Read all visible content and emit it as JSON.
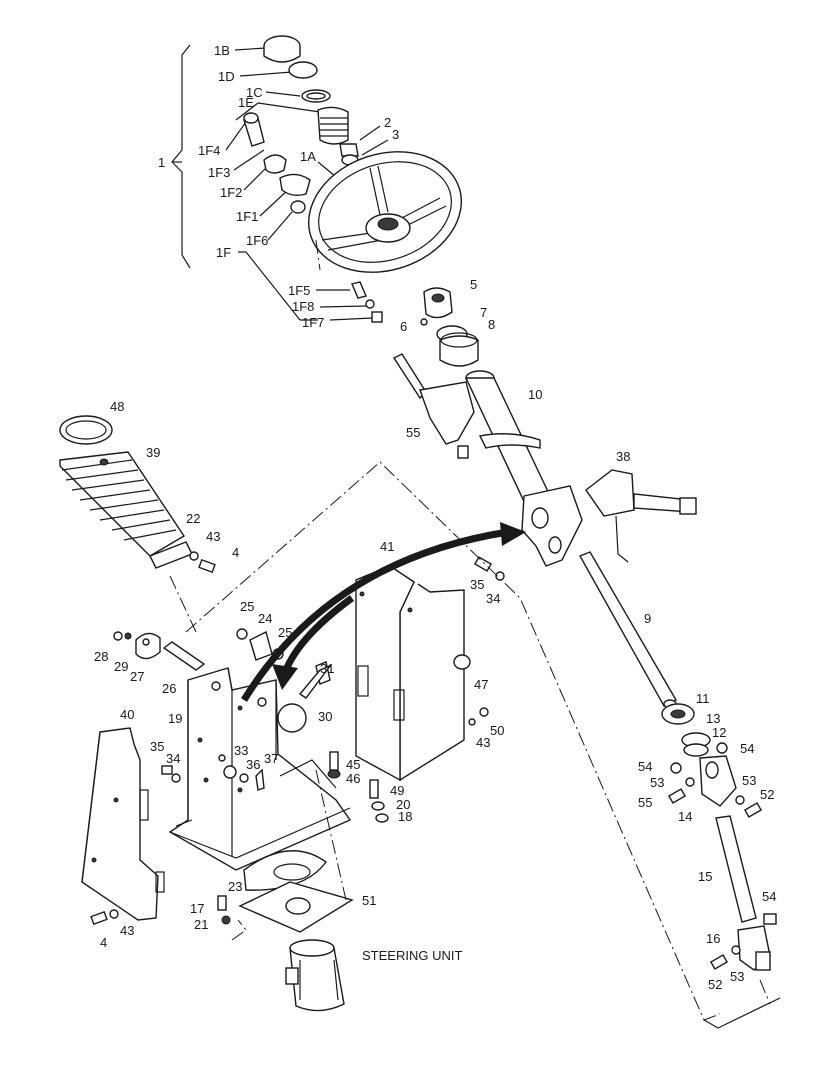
{
  "caption": "STEERING UNIT",
  "callouts": [
    {
      "id": "c1",
      "text": "1"
    },
    {
      "id": "c1B",
      "text": "1B"
    },
    {
      "id": "c1D",
      "text": "1D"
    },
    {
      "id": "c1C",
      "text": "1C"
    },
    {
      "id": "c1E",
      "text": "1E"
    },
    {
      "id": "c1F4",
      "text": "1F4"
    },
    {
      "id": "c1F3",
      "text": "1F3"
    },
    {
      "id": "c1F2",
      "text": "1F2"
    },
    {
      "id": "c1F1",
      "text": "1F1"
    },
    {
      "id": "c1F6",
      "text": "1F6"
    },
    {
      "id": "c1F",
      "text": "1F"
    },
    {
      "id": "c1A",
      "text": "1A"
    },
    {
      "id": "c2",
      "text": "2"
    },
    {
      "id": "c3",
      "text": "3"
    },
    {
      "id": "c1F5",
      "text": "1F5"
    },
    {
      "id": "c1F8",
      "text": "1F8"
    },
    {
      "id": "c1F7",
      "text": "1F7"
    },
    {
      "id": "c5",
      "text": "5"
    },
    {
      "id": "c6",
      "text": "6"
    },
    {
      "id": "c7",
      "text": "7"
    },
    {
      "id": "c8",
      "text": "8"
    },
    {
      "id": "c10",
      "text": "10"
    },
    {
      "id": "c55a",
      "text": "55"
    },
    {
      "id": "c48",
      "text": "48"
    },
    {
      "id": "c39",
      "text": "39"
    },
    {
      "id": "c38",
      "text": "38"
    },
    {
      "id": "c22",
      "text": "22"
    },
    {
      "id": "c43a",
      "text": "43"
    },
    {
      "id": "c4a",
      "text": "4"
    },
    {
      "id": "c41",
      "text": "41"
    },
    {
      "id": "c35a",
      "text": "35"
    },
    {
      "id": "c34a",
      "text": "34"
    },
    {
      "id": "c9",
      "text": "9"
    },
    {
      "id": "c25a",
      "text": "25"
    },
    {
      "id": "c24",
      "text": "24"
    },
    {
      "id": "c25b",
      "text": "25"
    },
    {
      "id": "c28",
      "text": "28"
    },
    {
      "id": "c29",
      "text": "29"
    },
    {
      "id": "c27",
      "text": "27"
    },
    {
      "id": "c26",
      "text": "26"
    },
    {
      "id": "c31",
      "text": "31"
    },
    {
      "id": "c47",
      "text": "47"
    },
    {
      "id": "c19",
      "text": "19"
    },
    {
      "id": "c30",
      "text": "30"
    },
    {
      "id": "c40",
      "text": "40"
    },
    {
      "id": "c50",
      "text": "50"
    },
    {
      "id": "c43b",
      "text": "43"
    },
    {
      "id": "c11",
      "text": "11"
    },
    {
      "id": "c13",
      "text": "13"
    },
    {
      "id": "c12",
      "text": "12"
    },
    {
      "id": "c54a",
      "text": "54"
    },
    {
      "id": "c54b",
      "text": "54"
    },
    {
      "id": "c35b",
      "text": "35"
    },
    {
      "id": "c34b",
      "text": "34"
    },
    {
      "id": "c33",
      "text": "33"
    },
    {
      "id": "c36",
      "text": "36"
    },
    {
      "id": "c37",
      "text": "37"
    },
    {
      "id": "c45",
      "text": "45"
    },
    {
      "id": "c46",
      "text": "46"
    },
    {
      "id": "c49",
      "text": "49"
    },
    {
      "id": "c20",
      "text": "20"
    },
    {
      "id": "c18",
      "text": "18"
    },
    {
      "id": "c53a",
      "text": "53"
    },
    {
      "id": "c53b",
      "text": "53"
    },
    {
      "id": "c52a",
      "text": "52"
    },
    {
      "id": "c55b",
      "text": "55"
    },
    {
      "id": "c14",
      "text": "14"
    },
    {
      "id": "c15",
      "text": "15"
    },
    {
      "id": "c23",
      "text": "23"
    },
    {
      "id": "c51",
      "text": "51"
    },
    {
      "id": "c17",
      "text": "17"
    },
    {
      "id": "c21",
      "text": "21"
    },
    {
      "id": "c4b",
      "text": "4"
    },
    {
      "id": "c43c",
      "text": "43"
    },
    {
      "id": "c54c",
      "text": "54"
    },
    {
      "id": "c16",
      "text": "16"
    },
    {
      "id": "c52b",
      "text": "52"
    },
    {
      "id": "c53c",
      "text": "53"
    }
  ]
}
